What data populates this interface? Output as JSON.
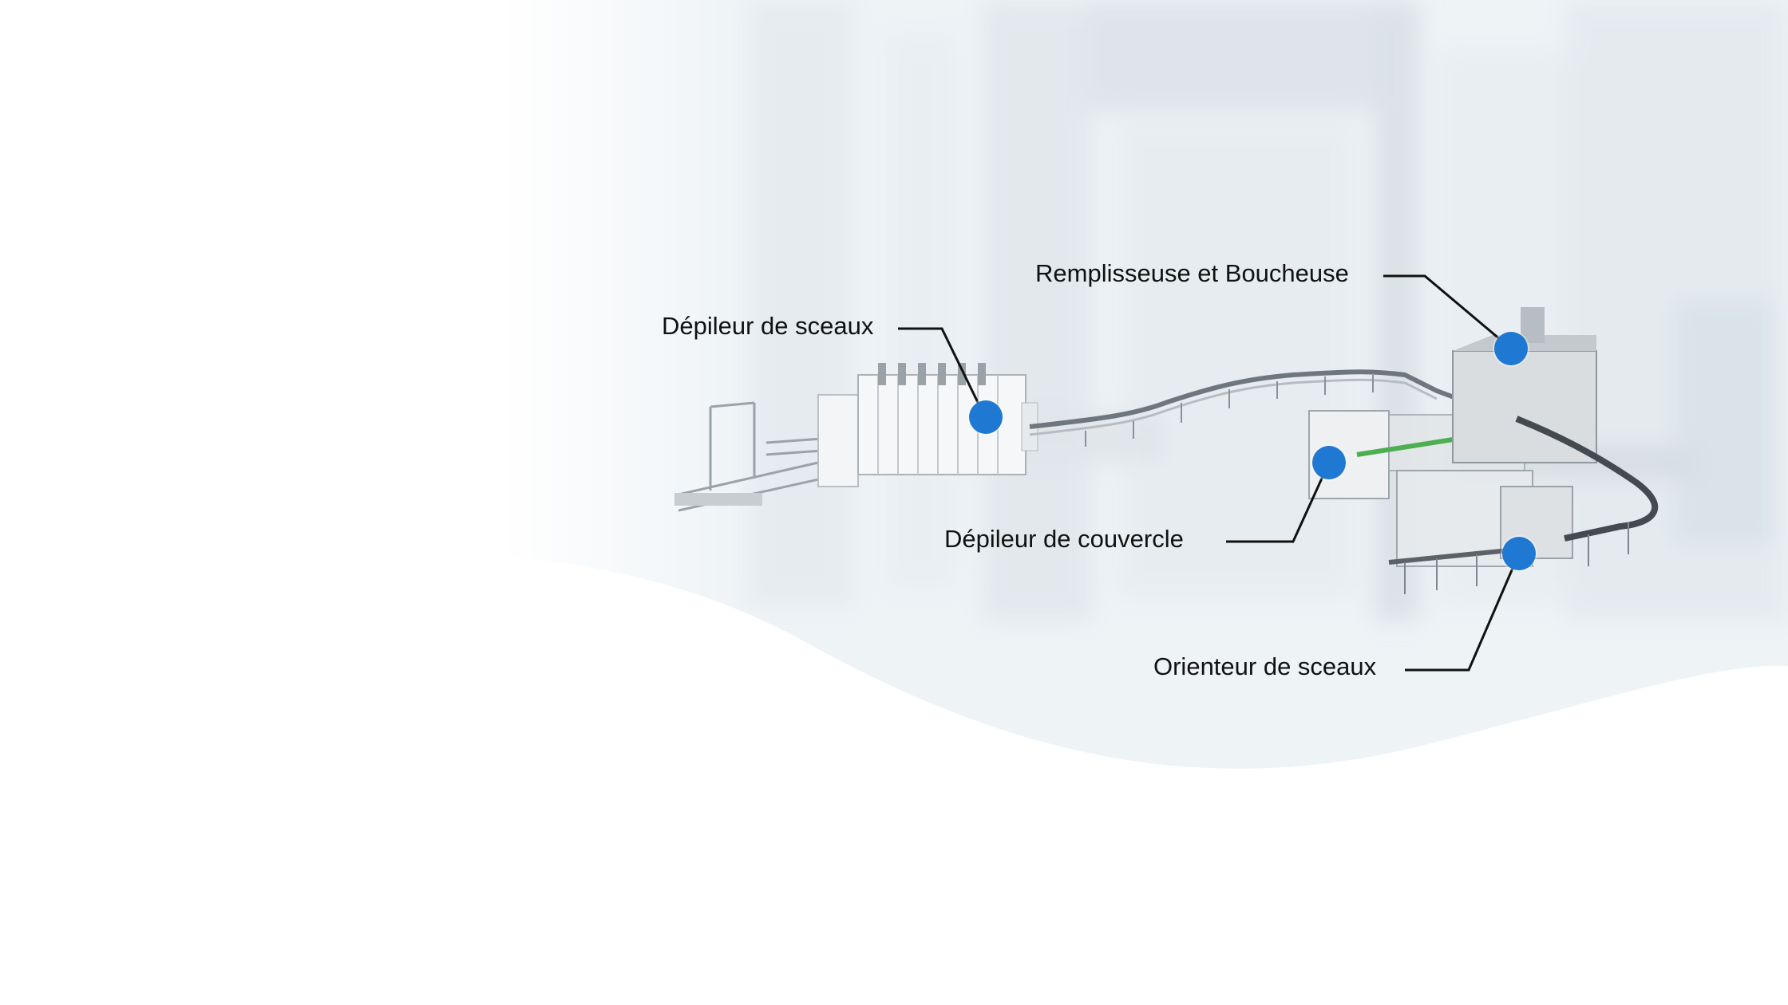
{
  "accent_color": "#1f78d1",
  "stations": [
    {
      "id": "bucket-destacker",
      "label": "Dépileur de sceaux"
    },
    {
      "id": "filler-capper",
      "label": "Remplisseuse et Boucheuse"
    },
    {
      "id": "lid-destacker",
      "label": "Dépileur de couvercle"
    },
    {
      "id": "bucket-orienter",
      "label": "Orienteur de sceaux"
    }
  ]
}
